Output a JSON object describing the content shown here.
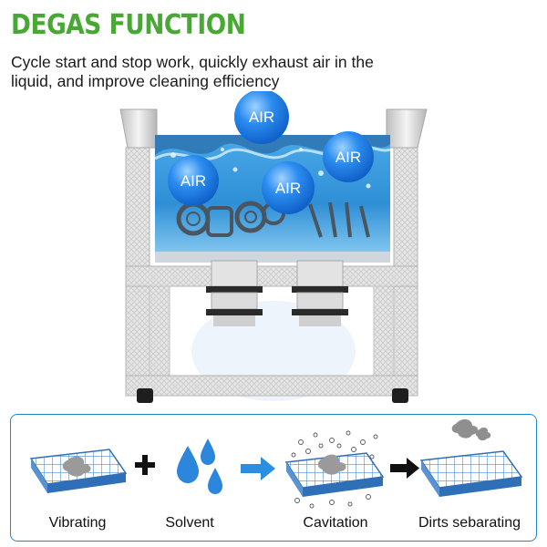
{
  "headline": "DEGAS FUNCTION",
  "description": "Cycle start and stop work, quickly exhaust air in the liquid, and improve cleaning efficiency",
  "bubble_label": "AIR",
  "colors": {
    "headline": "#48a834",
    "water": "#2f8fd6",
    "bubble": "#1d7ee3",
    "panel_border": "#1d87c9",
    "arrow_blue": "#2a8fe0",
    "steel": "#d9d9d9"
  },
  "process": {
    "steps": [
      {
        "label": "Vibrating"
      },
      {
        "label": "Solvent"
      },
      {
        "label": "Cavitation"
      },
      {
        "label": "Dirts sebarating"
      }
    ],
    "icons": [
      "plus-icon",
      "arrow-right-blue-icon",
      "arrow-right-black-icon"
    ]
  }
}
